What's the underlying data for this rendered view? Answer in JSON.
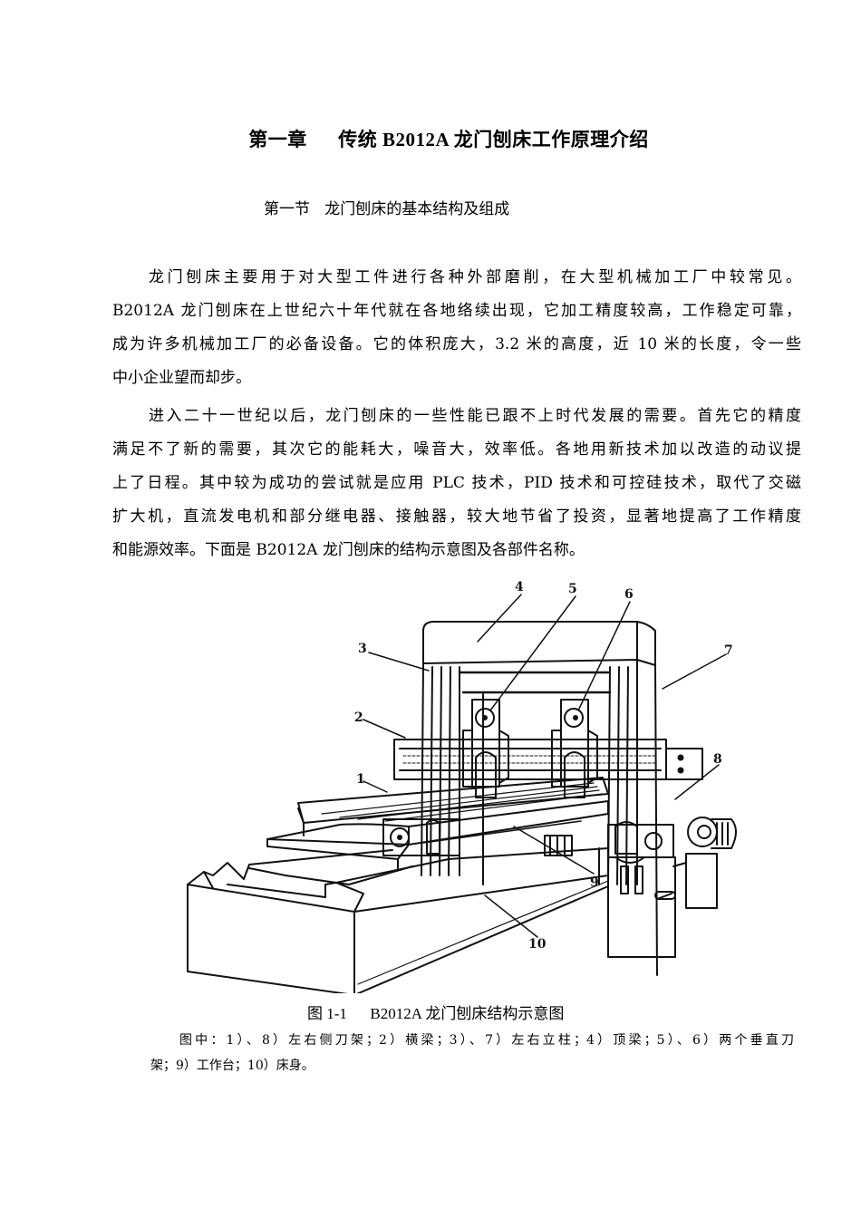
{
  "chapter": {
    "title": "第一章      传统 B2012A 龙门刨床工作原理介绍"
  },
  "section": {
    "title": "第一节   龙门刨床的基本结构及组成"
  },
  "paragraphs": [
    {
      "lines": [
        "龙门刨床主要用于对大型工件进行各种外部磨削，在大型机械加工厂中较常见。",
        "B2012A 龙门刨床在上世纪六十年代就在各地络续出现，它加工精度较高，工作稳定可靠，",
        "成为许多机械加工厂的必备设备。它的体积庞大，3.2 米的高度，近 10 米的长度，令一些",
        "中小企业望而却步。"
      ]
    },
    {
      "lines": [
        "进入二十一世纪以后，龙门刨床的一些性能已跟不上时代发展的需要。首先它的精度",
        "满足不了新的需要，其次它的能耗大，噪音大，效率低。各地用新技术加以改造的动议提",
        "上了日程。其中较为成功的尝试就是应用 PLC 技术，PID 技术和可控硅技术，取代了交磁",
        "扩大机，直流发电机和部分继电器、接触器，较大地节省了投资，显著地提高了工作精度",
        "和能源效率。下面是 B2012A 龙门刨床的结构示意图及各部件名称。"
      ]
    }
  ],
  "figure": {
    "caption": "图 1-1      B2012A 龙门刨床结构示意图",
    "callouts": [
      "1",
      "2",
      "3",
      "4",
      "5",
      "6",
      "7",
      "8",
      "9",
      "10"
    ],
    "legend_lines": [
      "图中：1）、8）左右侧刀架；2）横梁；3）、7）左右立柱；4）顶梁；5）、6）两个垂直刀",
      "架；9）工作台；10）床身。"
    ],
    "parts": [
      {
        "id": "1",
        "name": "左侧刀架"
      },
      {
        "id": "2",
        "name": "横梁"
      },
      {
        "id": "3",
        "name": "左立柱"
      },
      {
        "id": "4",
        "name": "顶梁"
      },
      {
        "id": "5",
        "name": "垂直刀架"
      },
      {
        "id": "6",
        "name": "垂直刀架"
      },
      {
        "id": "7",
        "name": "右立柱"
      },
      {
        "id": "8",
        "name": "右侧刀架"
      },
      {
        "id": "9",
        "name": "工作台"
      },
      {
        "id": "10",
        "name": "床身"
      }
    ]
  }
}
